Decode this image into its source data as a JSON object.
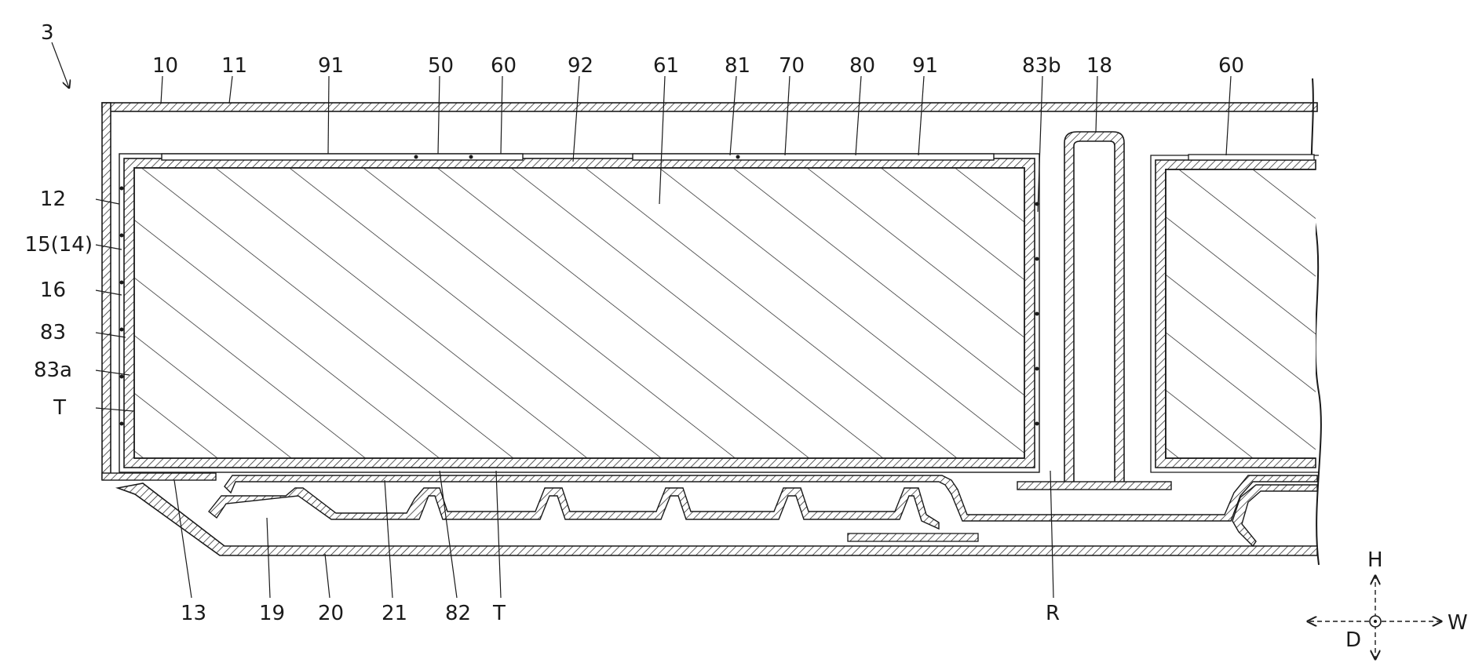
{
  "figure_ref": "3",
  "labels": {
    "l10": "10",
    "l11": "11",
    "l91a": "91",
    "l50": "50",
    "l60a": "60",
    "l92": "92",
    "l61": "61",
    "l81": "81",
    "l70": "70",
    "l80": "80",
    "l91b": "91",
    "l83b": "83b",
    "l18": "18",
    "l60b": "60",
    "l12": "12",
    "l15": "15(14)",
    "l16": "16",
    "l83": "83",
    "l83a": "83a",
    "lTa": "T",
    "l13": "13",
    "l19": "19",
    "l20": "20",
    "l21": "21",
    "l82": "82",
    "lTb": "T",
    "lR": "R"
  },
  "axes": {
    "up": "H",
    "right": "W",
    "out": "D"
  },
  "colors": {
    "ink": "#1a1a1a",
    "paper": "#ffffff"
  }
}
